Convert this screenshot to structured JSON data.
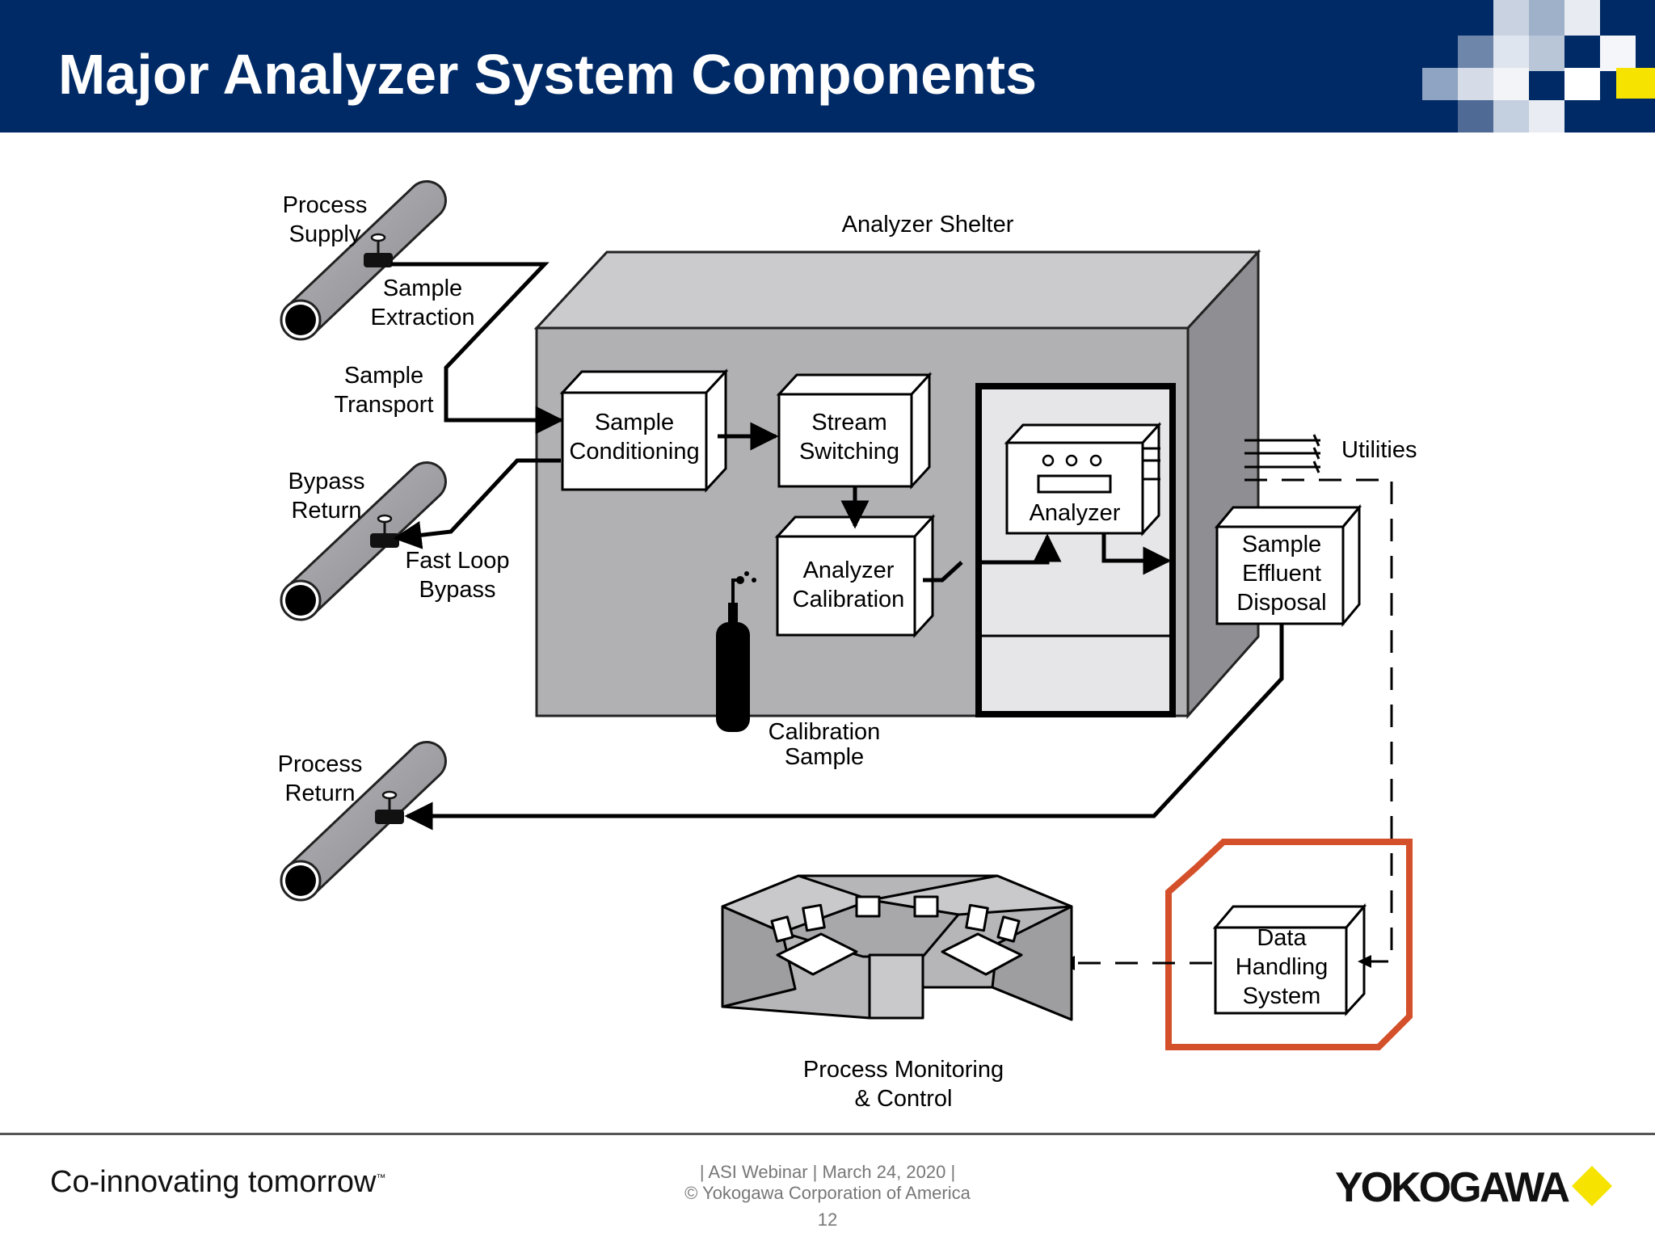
{
  "slide": {
    "title": "Major Analyzer System Components",
    "brand_color": "#002a66",
    "accent_color": "#d4502a"
  },
  "diagram": {
    "shelter_label": "Analyzer Shelter",
    "process_supply": [
      "Process",
      "Supply"
    ],
    "sample_extraction": [
      "Sample",
      "Extraction"
    ],
    "sample_transport": [
      "Sample",
      "Transport"
    ],
    "bypass_return": [
      "Bypass",
      "Return"
    ],
    "fast_loop_bypass": [
      "Fast Loop",
      "Bypass"
    ],
    "process_return": [
      "Process",
      "Return"
    ],
    "sample_conditioning": [
      "Sample",
      "Conditioning"
    ],
    "stream_switching": [
      "Stream",
      "Switching"
    ],
    "analyzer_calibration": [
      "Analyzer",
      "Calibration"
    ],
    "analyzer": "Analyzer",
    "calibration_sample": [
      "Calibration",
      "Sample"
    ],
    "utilities": "Utilities",
    "sample_effluent_disposal": [
      "Sample",
      "Effluent",
      "Disposal"
    ],
    "data_handling_system": [
      "Data",
      "Handling",
      "System"
    ],
    "process_monitoring": [
      "Process Monitoring",
      "& Control"
    ]
  },
  "footer": {
    "tagline": "Co-innovating tomorrow",
    "trademark": "™",
    "event_line": "| ASI Webinar | March 24, 2020 |",
    "copyright_line": "© Yokogawa Corporation of America",
    "page_number": "12",
    "logo_text": "YOKOGAWA",
    "logo_diamond_color": "#f6e300"
  }
}
